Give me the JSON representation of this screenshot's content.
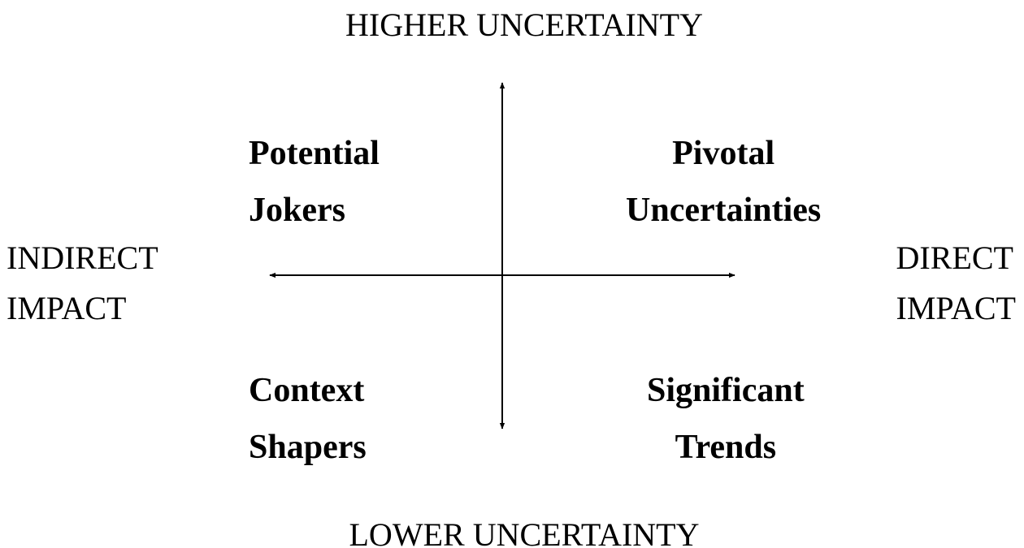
{
  "axes": {
    "top": "HIGHER UNCERTAINTY",
    "bottom": "LOWER UNCERTAINTY",
    "left": [
      "INDIRECT",
      "IMPACT"
    ],
    "right": [
      "DIRECT",
      "IMPACT"
    ]
  },
  "quadrants": {
    "top_left": [
      "Potential",
      "Jokers"
    ],
    "top_right": [
      "Pivotal",
      "Uncertainties"
    ],
    "bottom_left": [
      "Context",
      "Shapers"
    ],
    "bottom_right": [
      "Significant",
      "Trends"
    ]
  },
  "colors": {
    "ink": "#000000",
    "background": "#ffffff"
  }
}
